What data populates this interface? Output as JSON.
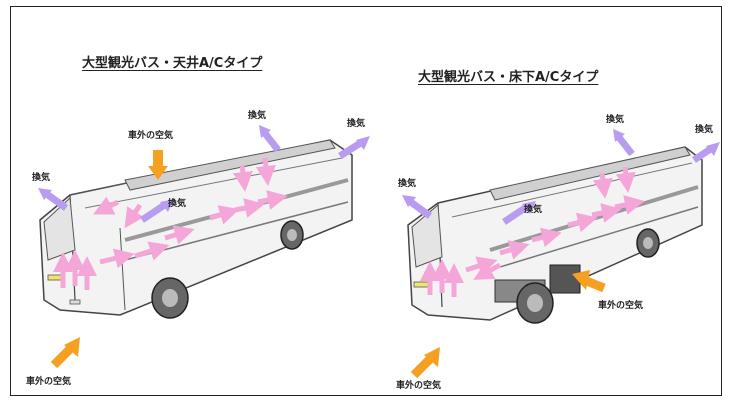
{
  "left_panel": {
    "title": "大型観光バス・天井A/Cタイプ",
    "labels": {
      "vent_a": "換気",
      "vent_b": "換気",
      "vent_c": "換気",
      "vent_d": "換気",
      "outside_air_top": "車外の空気",
      "outside_air_bottom": "車外の空気"
    }
  },
  "right_panel": {
    "title": "大型観光バス・床下A/Cタイプ",
    "labels": {
      "vent_a": "換気",
      "vent_b": "換気",
      "vent_c": "換気",
      "vent_d": "換気",
      "outside_air_side": "車外の空気",
      "outside_air_bottom": "車外の空気"
    }
  },
  "colors": {
    "vent_arrow": "#b89cf0",
    "outside_arrow": "#f5a020",
    "airflow_arrow": "#f5a6d8",
    "outline": "#444444"
  }
}
